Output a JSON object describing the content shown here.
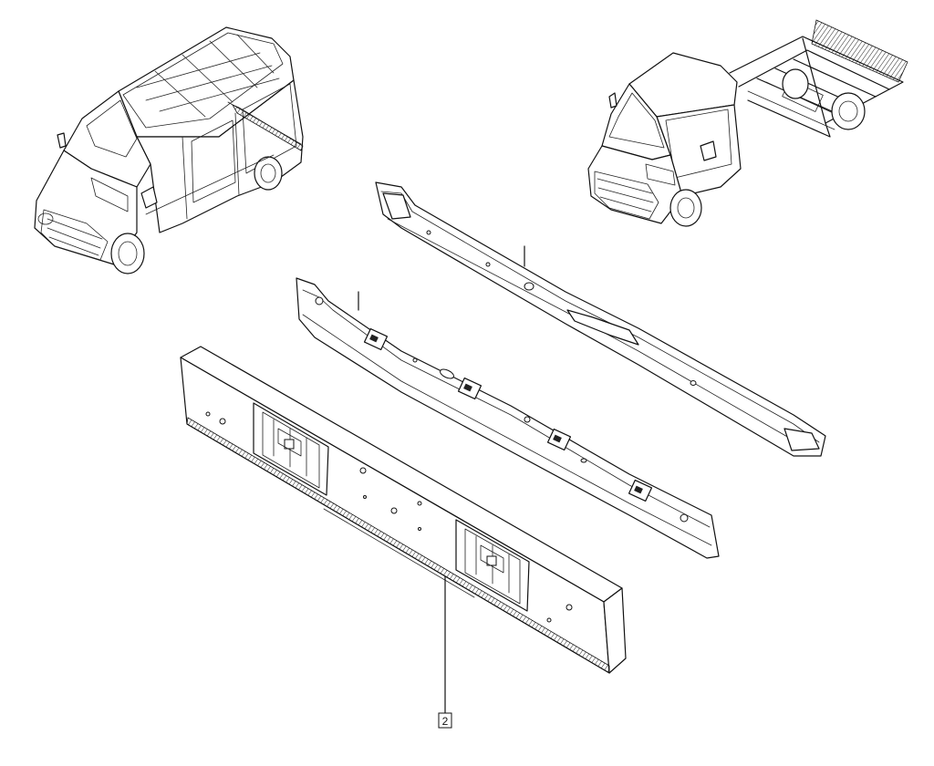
{
  "callouts": [
    {
      "id": "2",
      "label": "2"
    }
  ],
  "leaders": [
    {
      "id": "1",
      "label": ""
    },
    {
      "id": "1b",
      "label": ""
    }
  ],
  "icons": [
    "van-illustration",
    "chassis-cab-illustration",
    "crossmember-part",
    "rear-panel-part",
    "bumper-beam-part"
  ]
}
